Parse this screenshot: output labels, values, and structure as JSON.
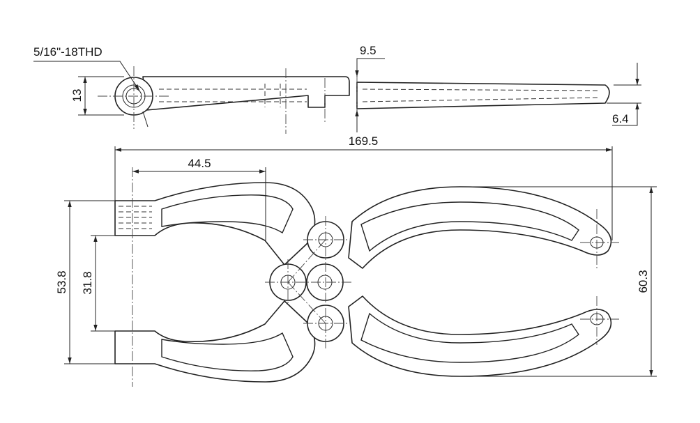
{
  "labels": {
    "thread": "5/16\"-18THD",
    "eye_height": "13",
    "offset": "9.5",
    "tip_thickness": "6.4",
    "overall_length": "169.5",
    "jaw_depth": "44.5",
    "jaw_outer": "53.8",
    "jaw_inner": "31.8",
    "handle_span": "60.3"
  },
  "colors": {
    "line": "#222222",
    "background": "#ffffff"
  }
}
